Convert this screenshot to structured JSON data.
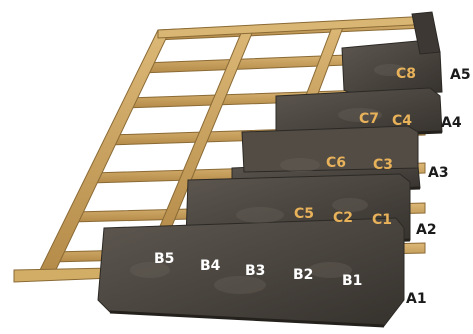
{
  "diagram": {
    "colors": {
      "background": "#ffffff",
      "batten": "#c9a260",
      "batten_edge": "#8a6a35",
      "slate": "#4f4a44",
      "slate_dark": "#2c2925",
      "c_label": "#e8b25a",
      "b_label": "#ffffff",
      "a_label": "#1b1b1b"
    },
    "rows": [
      {
        "label": "A1",
        "tiles": [
          "B5",
          "B4",
          "B3",
          "B2",
          "B1"
        ]
      },
      {
        "label": "A2",
        "tiles": [
          "C5",
          "C2",
          "C1"
        ]
      },
      {
        "label": "A3",
        "tiles": [
          "C6",
          "C3"
        ]
      },
      {
        "label": "A4",
        "tiles": [
          "C7",
          "C4"
        ]
      },
      {
        "label": "A5",
        "tiles": [
          "C8"
        ]
      }
    ]
  }
}
